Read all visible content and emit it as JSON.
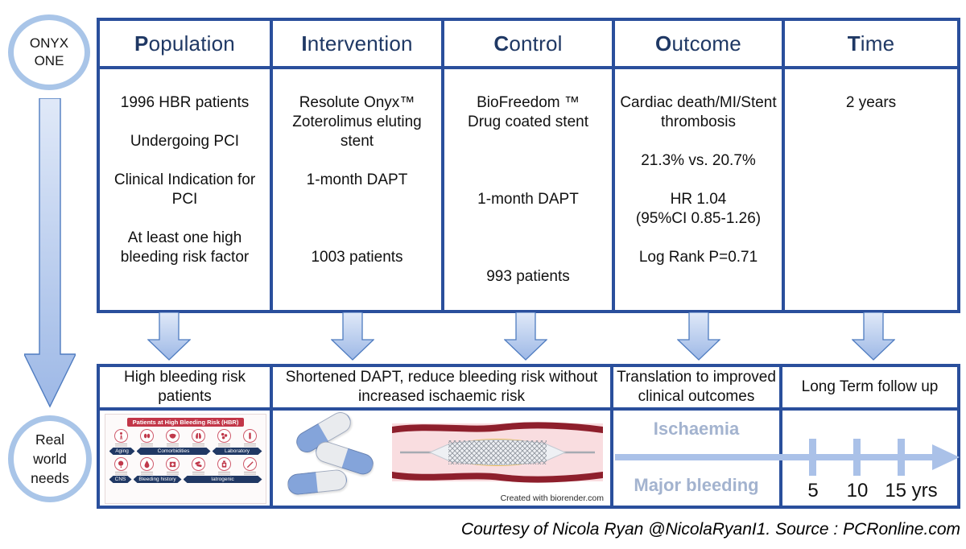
{
  "colors": {
    "navy": "#2a4f9c",
    "header_text": "#1f3864",
    "oval_border": "#a9c5e8",
    "faded_label": "#a3b3cf",
    "timeline_blue": "#aac1e8",
    "hbr_red": "#c23648",
    "banner_navy": "#203864"
  },
  "left_rail": {
    "trial_name": "ONYX\nONE",
    "needs_label": "Real\nworld\nneeds"
  },
  "pico": {
    "columns": [
      {
        "key": "population",
        "header_bold": "P",
        "header_rest": "opulation",
        "body": [
          "1996 HBR patients",
          "Undergoing PCI",
          "Clinical Indication for\nPCI",
          "At least one high\nbleeding risk factor"
        ]
      },
      {
        "key": "intervention",
        "header_bold": "I",
        "header_rest": "ntervention",
        "body": [
          "Resolute Onyx™\nZoterolimus eluting\nstent",
          "1-month DAPT",
          "",
          "1003 patients"
        ]
      },
      {
        "key": "control",
        "header_bold": "C",
        "header_rest": "ontrol",
        "body": [
          "BioFreedom ™\nDrug coated stent",
          "",
          "1-month DAPT",
          "",
          "993 patients"
        ]
      },
      {
        "key": "outcome",
        "header_bold": "O",
        "header_rest": "utcome",
        "body": [
          "Cardiac death/MI/Stent\nthrombosis",
          "21.3% vs. 20.7%",
          "HR 1.04\n(95%CI 0.85-1.26)",
          "Log Rank P=0.71"
        ]
      },
      {
        "key": "time",
        "header_bold": "T",
        "header_rest": "ime",
        "body": [
          "2 years"
        ]
      }
    ]
  },
  "needs_row": {
    "labels": [
      "High bleeding risk\npatients",
      "Shortened DAPT, reduce bleeding risk without\nincreased ischaemic risk",
      "Translation to improved\nclinical outcomes",
      "Long Term follow up"
    ]
  },
  "hbr_figure": {
    "title": "Patients at High Bleeding Risk (HBR)",
    "row1_banners": [
      "Aging",
      "Comorbidities",
      "Laboratory"
    ],
    "row2_banners": [
      "CNS",
      "Bleeding history",
      "Iatrogenic"
    ]
  },
  "stent_panel": {
    "caption": "Created with biorender.com"
  },
  "outcome_panel": {
    "top": "Ischaemia",
    "bottom": "Major bleeding"
  },
  "timeline": {
    "tick_labels": [
      "5",
      "10",
      "15 yrs"
    ]
  },
  "footer": {
    "credit": "Courtesy of Nicola Ryan @NicolaRyanI1. Source : PCRonline.com"
  }
}
